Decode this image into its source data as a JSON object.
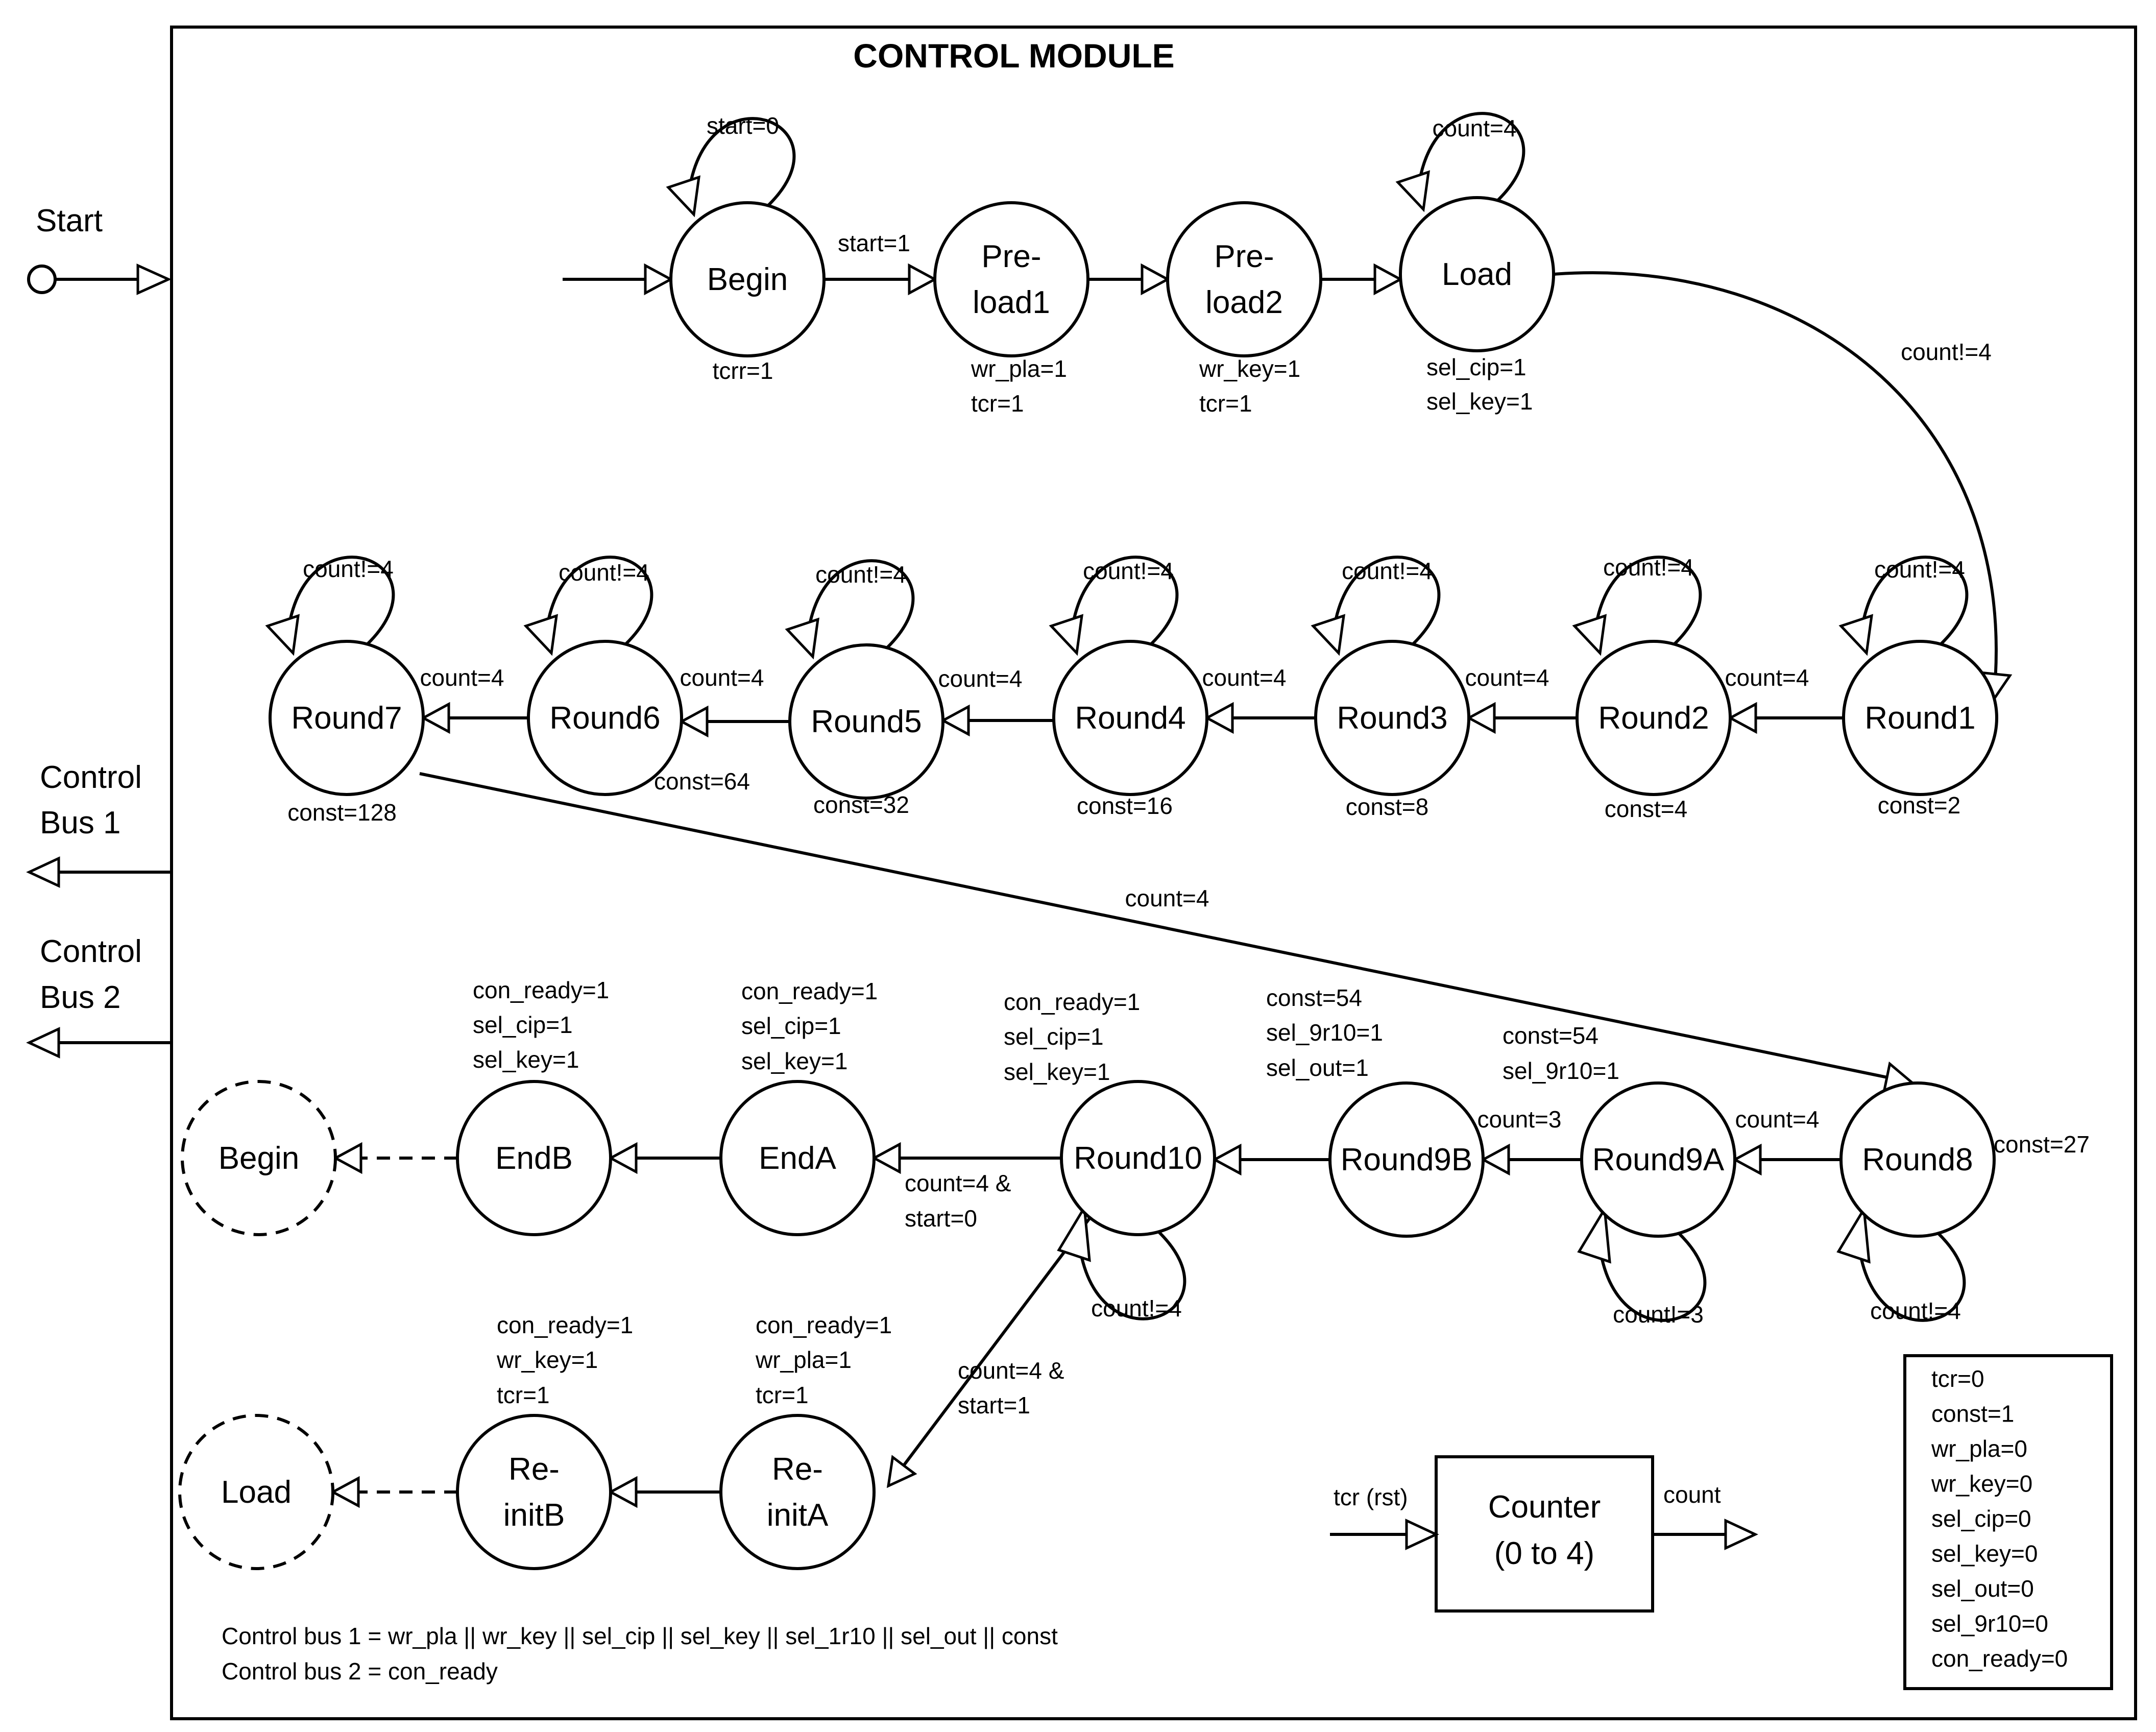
{
  "title": "CONTROL MODULE",
  "ports": {
    "start": "Start",
    "bus1": [
      "Control",
      "Bus 1"
    ],
    "bus2": [
      "Control",
      "Bus 2"
    ]
  },
  "states": [
    {
      "id": "begin",
      "label": [
        "Begin"
      ]
    },
    {
      "id": "preload1",
      "label": [
        "Pre-",
        "load1"
      ]
    },
    {
      "id": "preload2",
      "label": [
        "Pre-",
        "load2"
      ]
    },
    {
      "id": "load",
      "label": [
        "Load"
      ]
    },
    {
      "id": "round1",
      "label": [
        "Round1"
      ]
    },
    {
      "id": "round2",
      "label": [
        "Round2"
      ]
    },
    {
      "id": "round3",
      "label": [
        "Round3"
      ]
    },
    {
      "id": "round4",
      "label": [
        "Round4"
      ]
    },
    {
      "id": "round5",
      "label": [
        "Round5"
      ]
    },
    {
      "id": "round6",
      "label": [
        "Round6"
      ]
    },
    {
      "id": "round7",
      "label": [
        "Round7"
      ]
    },
    {
      "id": "round8",
      "label": [
        "Round8"
      ]
    },
    {
      "id": "round9a",
      "label": [
        "Round9A"
      ]
    },
    {
      "id": "round9b",
      "label": [
        "Round9B"
      ]
    },
    {
      "id": "round10",
      "label": [
        "Round10"
      ]
    },
    {
      "id": "enda",
      "label": [
        "EndA"
      ]
    },
    {
      "id": "endb",
      "label": [
        "EndB"
      ]
    },
    {
      "id": "begin-ref",
      "label": [
        "Begin"
      ]
    },
    {
      "id": "reinita",
      "label": [
        "Re-",
        "initA"
      ]
    },
    {
      "id": "reinitb",
      "label": [
        "Re-",
        "initB"
      ]
    },
    {
      "id": "load-ref",
      "label": [
        "Load"
      ]
    }
  ],
  "transitions": {
    "begin_self": "start=0",
    "begin_to_preload1": "start=1",
    "load_self": "count=4",
    "load_to_round1": "count!=4",
    "round_self": "count!=4",
    "round_next": "count=4",
    "round7_to_round8": "count=4",
    "round8_self": "count!=4",
    "round8_to_round9a": "count=4",
    "round9a_self": "count!=3",
    "round9a_to_round9b": "count=3",
    "round10_self": "count!=4",
    "round10_to_enda": [
      "count=4 &",
      "start=0"
    ],
    "round10_to_reinita": [
      "count=4 &",
      "start=1"
    ]
  },
  "outputs": {
    "begin": [
      "tcrr=1"
    ],
    "preload1": [
      "wr_pla=1",
      "tcr=1"
    ],
    "preload2": [
      "wr_key=1",
      "tcr=1"
    ],
    "load": [
      "sel_cip=1",
      "sel_key=1"
    ],
    "round1": "const=2",
    "round2": "const=4",
    "round3": "const=8",
    "round4": "const=16",
    "round5": "const=32",
    "round6": "const=64",
    "round7": "const=128",
    "round8": "const=27",
    "round9a": [
      "const=54",
      "sel_9r10=1"
    ],
    "round9b": [
      "const=54",
      "sel_9r10=1",
      "sel_out=1"
    ],
    "round10": [
      "con_ready=1",
      "sel_cip=1",
      "sel_key=1"
    ],
    "enda": [
      "con_ready=1",
      "sel_cip=1",
      "sel_key=1"
    ],
    "endb": [
      "con_ready=1",
      "sel_cip=1",
      "sel_key=1"
    ],
    "reinita": [
      "con_ready=1",
      "wr_pla=1",
      "tcr=1"
    ],
    "reinitb": [
      "con_ready=1",
      "wr_key=1",
      "tcr=1"
    ]
  },
  "counter": {
    "label": [
      "Counter",
      "(0 to 4)"
    ],
    "input": "tcr (rst)",
    "output": "count"
  },
  "defaults": [
    "tcr=0",
    "const=1",
    "wr_pla=0",
    "wr_key=0",
    "sel_cip=0",
    "sel_key=0",
    "sel_out=0",
    "sel_9r10=0",
    "con_ready=0"
  ],
  "bus_notes": [
    "Control bus 1 = wr_pla || wr_key || sel_cip || sel_key || sel_1r10 || sel_out || const",
    "Control bus 2 = con_ready"
  ]
}
